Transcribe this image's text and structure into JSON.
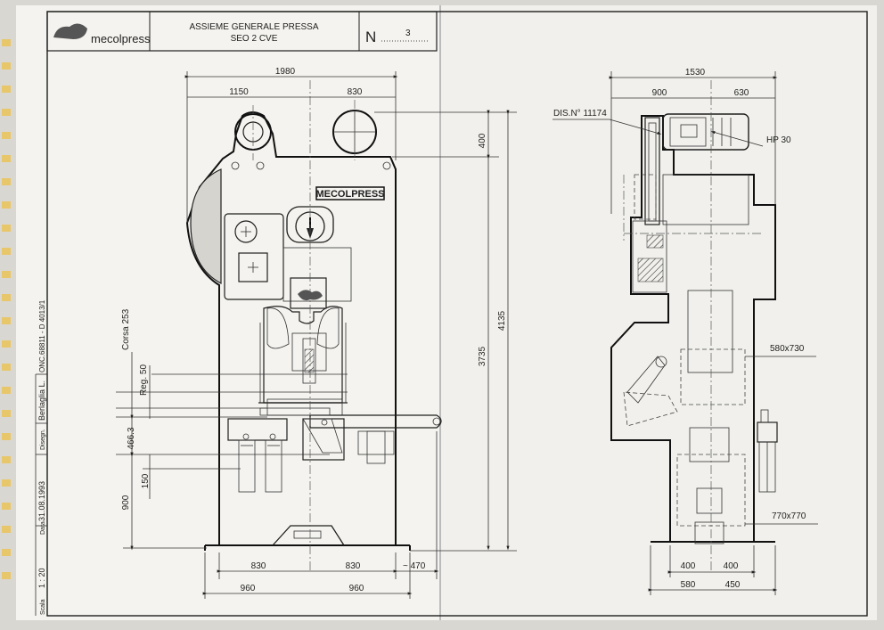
{
  "title_block": {
    "company": "mecolpress",
    "title_line1": "ASSIEME GENERALE PRESSA",
    "title_line2": "SEO 2 CVE",
    "number_label": "N",
    "number_value": "3"
  },
  "side_block": {
    "scale_label": "Scala",
    "scale_value": "1 : 20",
    "date_label": "Data",
    "date_value": "31.08.1993",
    "drawn_label": "Disegn.",
    "drawn_value": "Berlaglia L.",
    "ref_value": "ONC.68811 - D 4013/1"
  },
  "front_view": {
    "brand_plate": "MECOLPRESS",
    "dims": {
      "overall_width": "1980",
      "left_part": "1150",
      "right_part": "830",
      "top_height": "400",
      "height_3735": "3735",
      "height_4135": "4135",
      "corsa": "Corsa 253",
      "reg": "Reg. 50",
      "h_466": "466.3",
      "h_150": "150",
      "h_900": "900",
      "base_left_830": "830",
      "base_right_830": "830",
      "extension": "~ 470",
      "foot_left_960": "960",
      "foot_right_960": "960"
    }
  },
  "side_view": {
    "drawing_ref": "DIS.N° 11174",
    "motor": "HP 30",
    "dims": {
      "overall_width": "1530",
      "left_part": "900",
      "right_part": "630",
      "window_upper": "580x730",
      "window_lower": "770x770",
      "base_400_left": "400",
      "base_400_right": "400",
      "foot_580": "580",
      "foot_450": "450"
    }
  }
}
